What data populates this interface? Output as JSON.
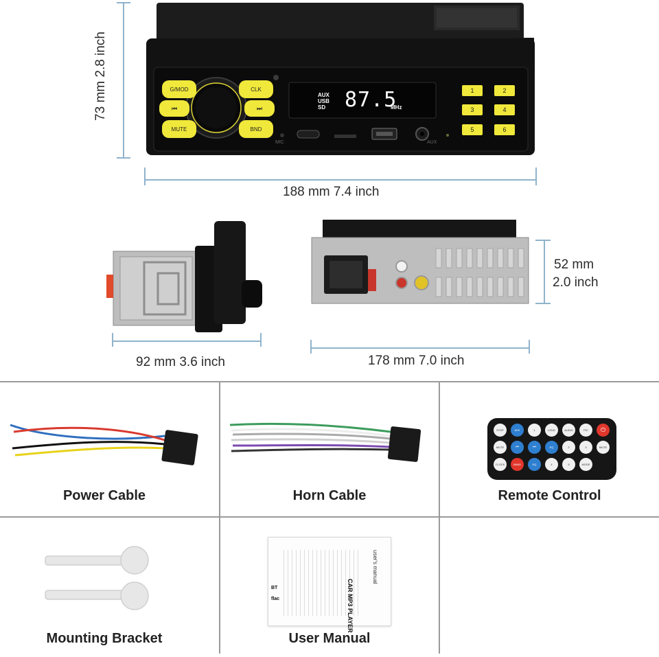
{
  "dimensions": {
    "height": "73 mm 2.8 inch",
    "front_width": "188 mm 7.4 inch",
    "side_depth": "92 mm 3.6 inch",
    "back_width": "178 mm 7.0 inch",
    "back_height_mm": "52 mm",
    "back_height_inch": "2.0 inch"
  },
  "display": {
    "sources": [
      "AUX",
      "USB",
      "SD"
    ],
    "frequency": "87.5",
    "unit": "MHz"
  },
  "front_buttons": {
    "mod": "G/MOD",
    "clk": "CLK",
    "prev": "⏮",
    "next": "⏭",
    "mute": "MUTE",
    "bnd": "BND"
  },
  "presets": [
    "1",
    "2",
    "3",
    "4",
    "5",
    "6"
  ],
  "port_labels": {
    "mic": "MIC",
    "aux": "AUX"
  },
  "remote_keys": [
    "STOP",
    "AVK",
    "1",
    "LOUD",
    "AUDIO",
    "PIC",
    "⏻",
    "MUTE",
    "⏮",
    "⏭",
    "EQ",
    "2",
    "3",
    "MUTE",
    "CLOCK",
    "BAND",
    "EQ",
    "4",
    "5",
    "MODE"
  ],
  "accessories": {
    "power_cable": "Power Cable",
    "horn_cable": "Horn Cable",
    "remote_control": "Remote Control",
    "mounting_bracket": "Mounting Bracket",
    "user_manual": "User Manual"
  },
  "manual": {
    "title": "CAR MP3 PLAYER",
    "subtitle": "user's manual",
    "logos": [
      "BT",
      "flac"
    ]
  },
  "colors": {
    "dimension_line": "#8fb3cc",
    "button_yellow": "#f0e83a",
    "display_white": "#ffffff",
    "body_black": "#1a1a1a"
  }
}
